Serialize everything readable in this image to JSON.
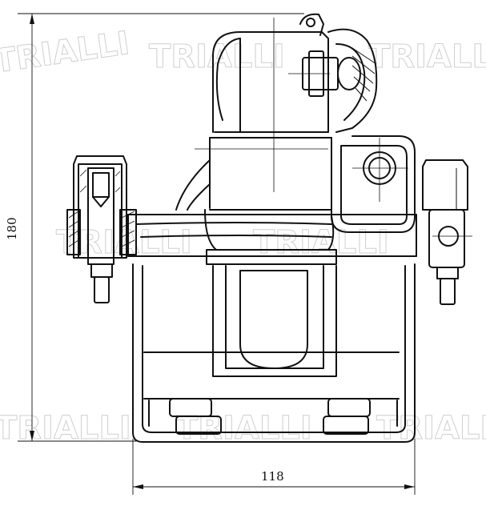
{
  "drawing": {
    "dimensions": {
      "height_label": "180",
      "width_label": "118"
    },
    "watermark": {
      "text": "TRIALLI",
      "color": "#cfcfcf"
    },
    "colors": {
      "line": "#111111",
      "background": "#ffffff"
    }
  }
}
